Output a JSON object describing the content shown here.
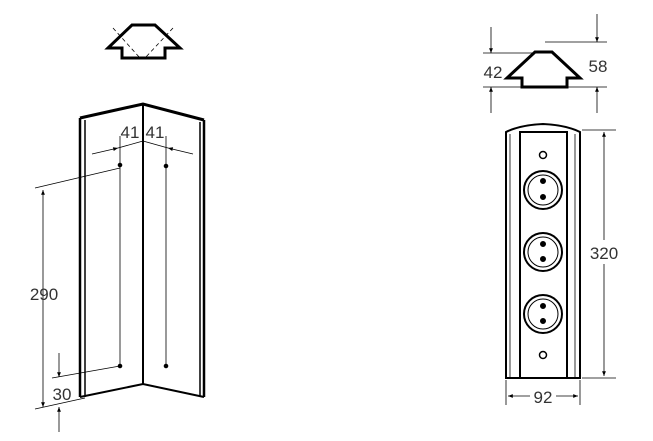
{
  "drawing": {
    "side_view": {
      "width_left": "41",
      "width_right": "41",
      "height_between_holes": "290",
      "bottom_offset": "30"
    },
    "top_profile": {
      "inner_height": "42",
      "total_height": "58"
    },
    "front_view": {
      "height": "320",
      "width": "92",
      "socket_count": 3
    }
  },
  "colors": {
    "line": "#000000",
    "text": "#333333"
  }
}
